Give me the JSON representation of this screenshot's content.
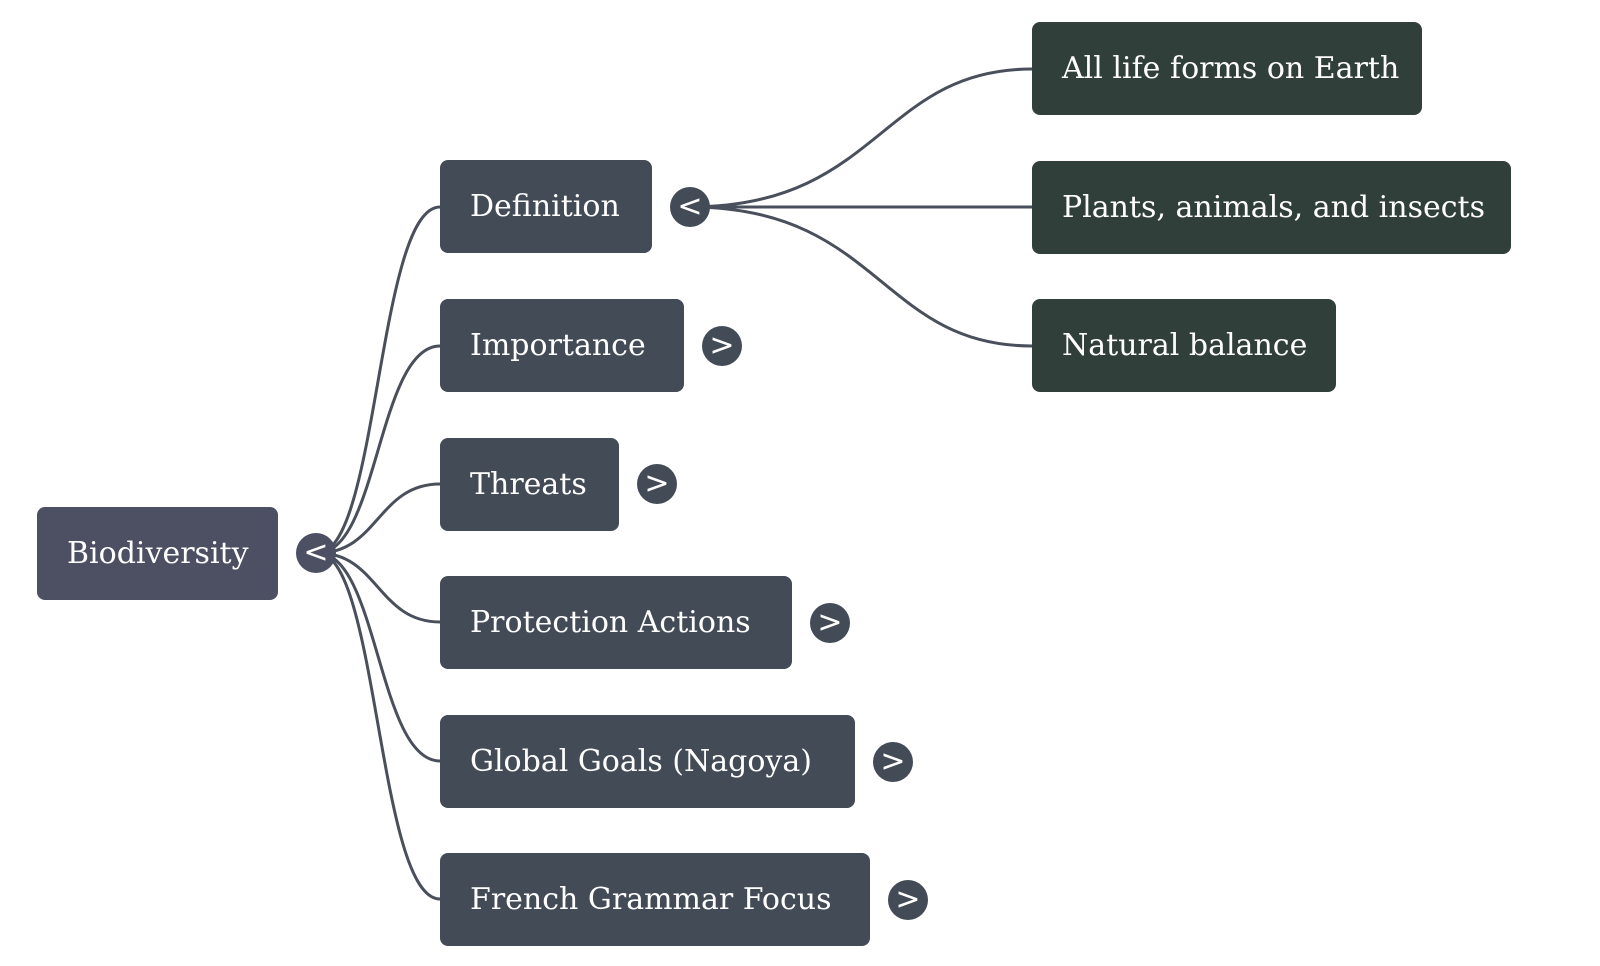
{
  "mindmap": {
    "root": {
      "label": "Biodiversity",
      "toggle": "<"
    },
    "branches": [
      {
        "label": "Definition",
        "toggle": "<",
        "children": [
          "All life forms on Earth",
          "Plants, animals, and insects",
          "Natural balance"
        ]
      },
      {
        "label": "Importance",
        "toggle": ">"
      },
      {
        "label": "Threats",
        "toggle": ">"
      },
      {
        "label": "Protection Actions",
        "toggle": ">"
      },
      {
        "label": "Global Goals (Nagoya)",
        "toggle": ">"
      },
      {
        "label": "French Grammar Focus",
        "toggle": ">"
      }
    ],
    "colors": {
      "root": "#4d4f63",
      "branch": "#434b56",
      "leaf": "#313f3b",
      "link": "#4a4f5c"
    }
  }
}
